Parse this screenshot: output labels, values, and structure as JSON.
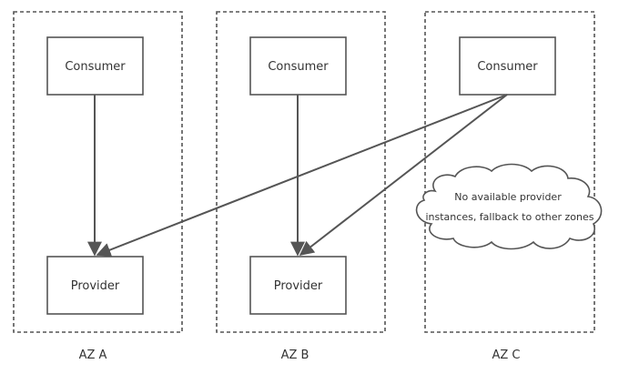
{
  "zones": [
    {
      "label": "AZ A",
      "consumer_label": "Consumer",
      "provider_label": "Provider"
    },
    {
      "label": "AZ B",
      "consumer_label": "Consumer",
      "provider_label": "Provider"
    },
    {
      "label": "AZ C",
      "consumer_label": "Consumer"
    }
  ],
  "note": {
    "line1": "No available provider",
    "line2": "instances, fallback to other zones"
  },
  "colors": {
    "line": "#555555",
    "zone_border": "#555555",
    "text": "#333333",
    "background": "#ffffff"
  }
}
